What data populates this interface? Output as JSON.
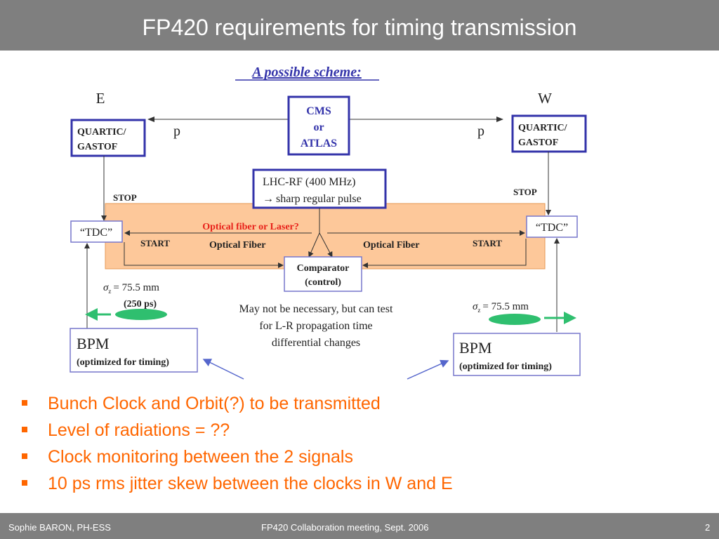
{
  "slide": {
    "title": "FP420 requirements for timing transmission"
  },
  "diagram": {
    "heading": "A possible scheme:",
    "east_label": "E",
    "west_label": "W",
    "left_p": "p",
    "right_p": "p",
    "center_box": [
      "CMS",
      "or",
      "ATLAS"
    ],
    "left_detector": [
      "QUARTIC/",
      "GASTOF"
    ],
    "right_detector": [
      "QUARTIC/",
      "GASTOF"
    ],
    "lhc_rf": [
      "LHC-RF (400 MHz)",
      "sharp regular pulse"
    ],
    "arrow_glyph": "→",
    "stop_left": "STOP",
    "stop_right": "STOP",
    "tdc_left": "“TDC”",
    "tdc_right": "“TDC”",
    "fiber_question": "Optical fiber or Laser?",
    "start_left": "START",
    "start_right": "START",
    "optical_fiber_left": "Optical Fiber",
    "optical_fiber_right": "Optical Fiber",
    "comparator": [
      "Comparator",
      "(control)"
    ],
    "sigma_left_symbol": "σ",
    "sigma_left_sub": "z",
    "sigma_left_value": "= 75.5 mm",
    "sigma_left_ps": "(250 ps)",
    "sigma_right_symbol": "σ",
    "sigma_right_sub": "z",
    "sigma_right_value": "= 75.5 mm",
    "note": [
      "May not be necessary, but can test",
      "for L-R propagation time",
      "differential changes"
    ],
    "bpm_left": [
      "BPM",
      "(optimized for timing)"
    ],
    "bpm_right": [
      "BPM",
      "(optimized for timing)"
    ],
    "colors": {
      "box_blue": "#3333aa",
      "light_box": "#7777cc",
      "orange_fill": "#fdc89a",
      "orange_border": "#e69a55",
      "red_text": "#e8221b",
      "beam_green": "#2fbf6f",
      "arrow_blue": "#5566cc"
    }
  },
  "bullets": [
    "Bunch Clock and Orbit(?) to be transmitted",
    "Level of radiations = ??",
    "Clock monitoring between the 2 signals",
    "10 ps rms jitter skew between the clocks in W and E"
  ],
  "footer": {
    "author": "Sophie BARON, PH-ESS",
    "event": "FP420 Collaboration meeting, Sept. 2006",
    "page": "2"
  }
}
